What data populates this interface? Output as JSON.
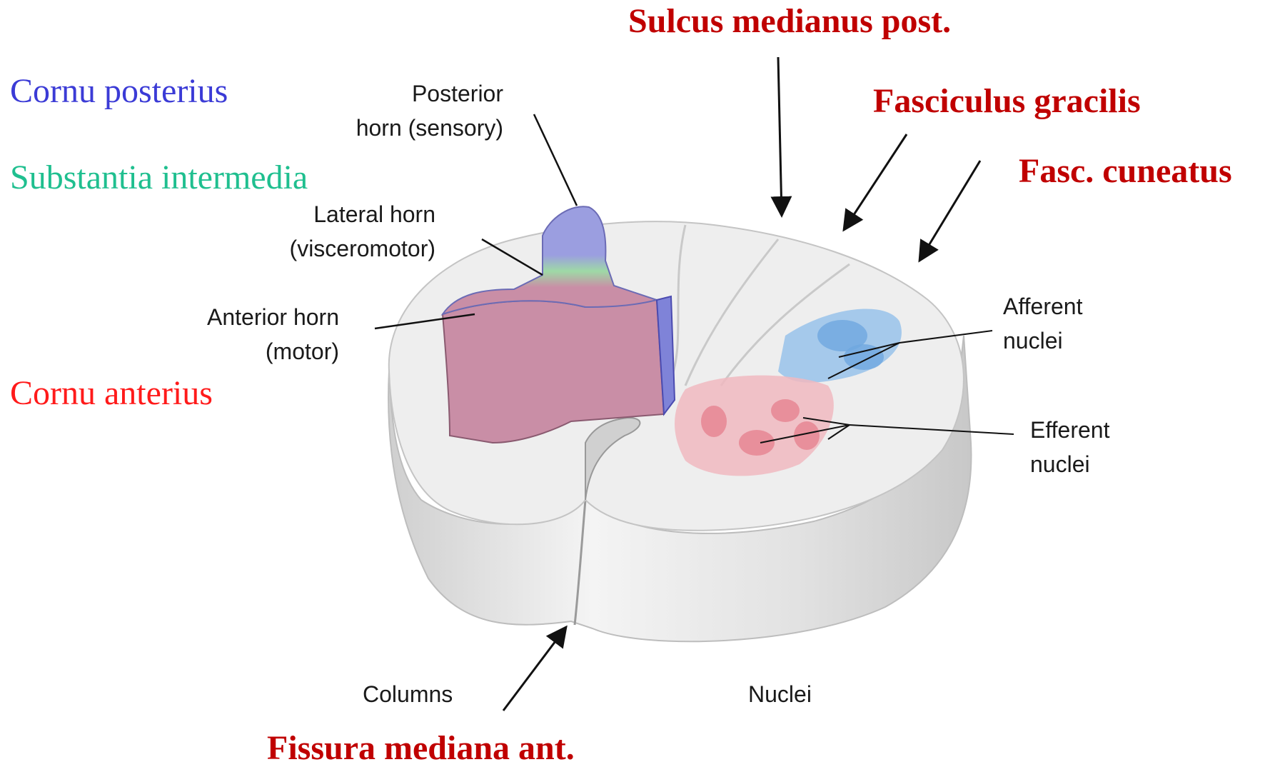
{
  "latin_labels": {
    "cornu_posterius": "Cornu posterius",
    "substantia_intermedia": "Substantia intermedia",
    "cornu_anterius": "Cornu anterius",
    "sulcus_medianus_post": "Sulcus medianus post.",
    "fasciculus_gracilis": "Fasciculus gracilis",
    "fasc_cuneatus": "Fasc. cuneatus",
    "fissura_mediana_ant": "Fissura mediana ant."
  },
  "english_labels": {
    "posterior_horn": [
      "Posterior",
      "horn (sensory)"
    ],
    "lateral_horn": [
      "Lateral horn",
      "(visceromotor)"
    ],
    "anterior_horn": [
      "Anterior horn",
      "(motor)"
    ],
    "afferent_nuclei": [
      "Afferent",
      "nuclei"
    ],
    "efferent_nuclei": [
      "Efferent",
      "nuclei"
    ],
    "columns": "Columns",
    "nuclei": "Nuclei"
  },
  "colors": {
    "posterior_blue": "#3b3bd6",
    "intermedia_green": "#1fbf8f",
    "anterior_red": "#ff1a1a",
    "latin_dark_red": "#c00000",
    "posterior_horn_fill": "#9b9ee0",
    "lateral_horn_fill": "#9ed9a6",
    "anterior_horn_fill": "#c98ea6",
    "afferent_fill": "#8cbbe8",
    "efferent_fill": "#e88c98",
    "white_matter": "#ededed"
  }
}
